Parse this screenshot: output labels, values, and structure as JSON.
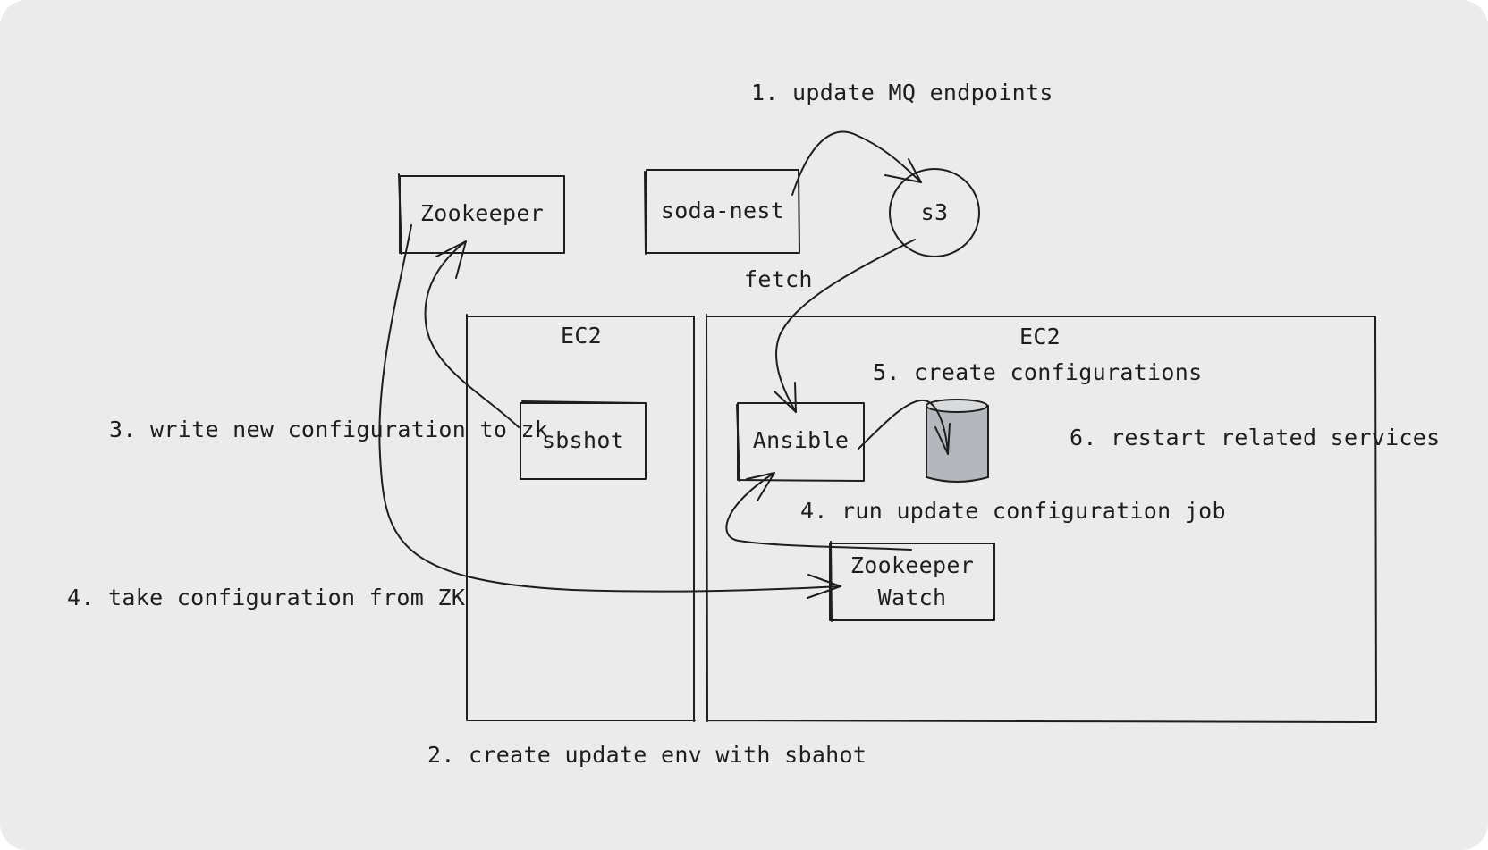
{
  "nodes": {
    "zookeeper": "Zookeeper",
    "soda_nest": "soda-nest",
    "s3": "s3",
    "sbshot": "sbshot",
    "ansible": "Ansible",
    "zookeeper_watch_line1": "Zookeeper",
    "zookeeper_watch_line2": "Watch",
    "ec2_left": "EC2",
    "ec2_right": "EC2"
  },
  "labels": {
    "step1": "1. update MQ endpoints",
    "fetch": "fetch",
    "step2": "2. create update env with sbahot",
    "step3": "3. write new configuration to zk",
    "step4_take": "4. take configuration from ZK",
    "step4_run": "4. run update configuration job",
    "step5": "5. create configurations",
    "step6": "6. restart related services"
  },
  "colors": {
    "background": "#ebebeb",
    "stroke": "#1e1e1e",
    "cylinder_fill": "#b4b8bc"
  }
}
